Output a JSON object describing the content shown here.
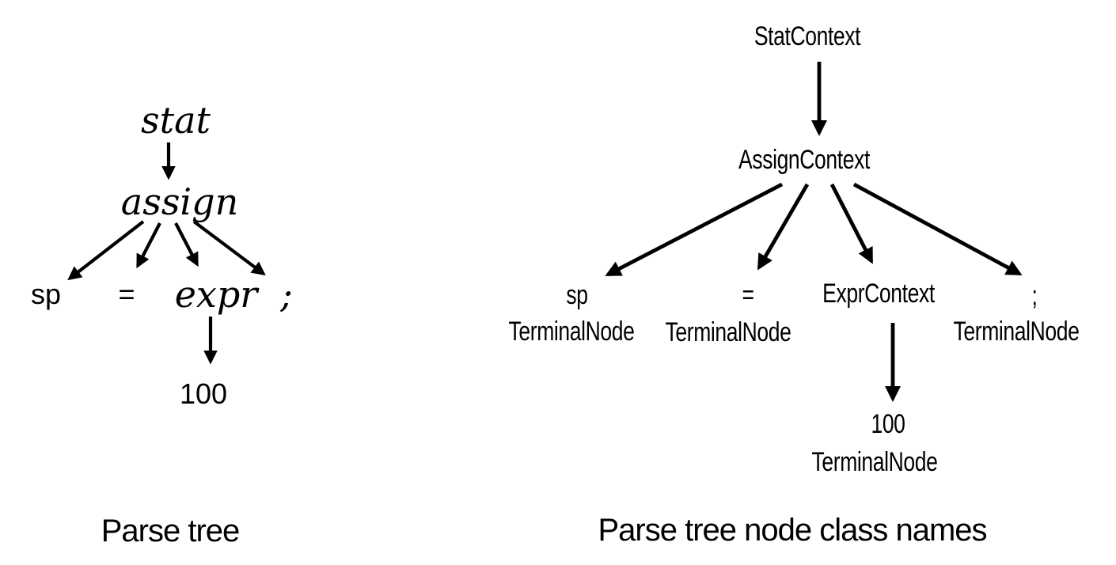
{
  "colors": {
    "ink": "#000000",
    "background": "#ffffff"
  },
  "left_tree": {
    "caption": "Parse tree",
    "nodes": {
      "stat": "stat",
      "assign": "assign",
      "sp": "sp",
      "eq": "=",
      "expr": "expr",
      "semi": ";",
      "num": "100"
    }
  },
  "right_tree": {
    "caption": "Parse tree node class names",
    "nodes": {
      "stat": "StatContext",
      "assign": "AssignContext",
      "sp": "sp",
      "sp_class": "TerminalNode",
      "eq": "=",
      "eq_class": "TerminalNode",
      "expr": "ExprContext",
      "semi": ";",
      "semi_class": "TerminalNode",
      "num": "100",
      "num_class": "TerminalNode"
    }
  }
}
